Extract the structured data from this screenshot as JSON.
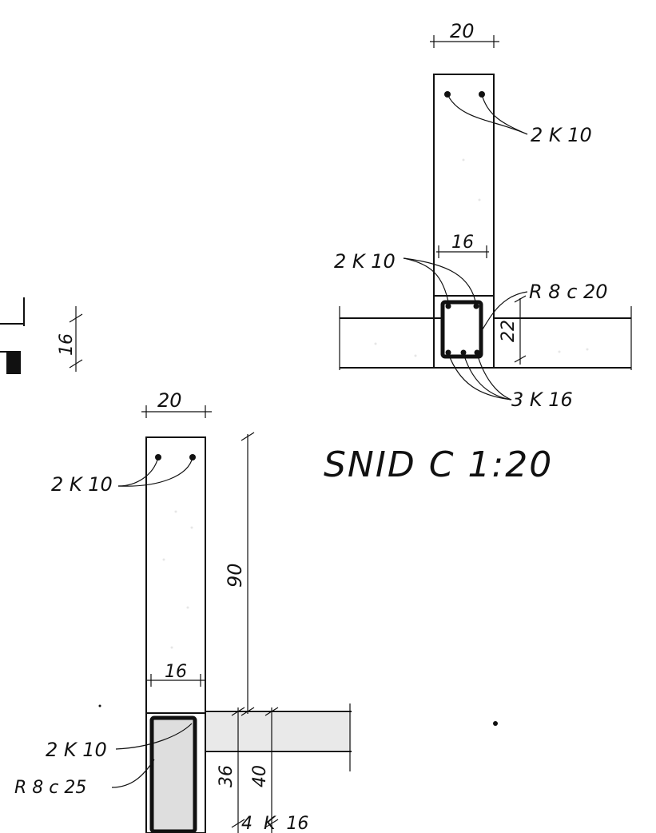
{
  "title": "SNID  C  1:20",
  "section_top": {
    "web_width": "20",
    "top_bars": "2 K 10",
    "inner_width": "16",
    "left_bars": "2 K 10",
    "stirrups": "R 8  c  20",
    "beam_height": "22",
    "bottom_bars": "3 K 16"
  },
  "section_bottom": {
    "web_width": "20",
    "top_bars": "2 K 10",
    "height": "90",
    "inner_width": "16",
    "left_bars": "2 K 10",
    "stirrups": "R 8 c 25",
    "dim_36": "36",
    "dim_40": "40",
    "bottom_bars": "4  K  16"
  },
  "fragment": {
    "dim": "16"
  }
}
